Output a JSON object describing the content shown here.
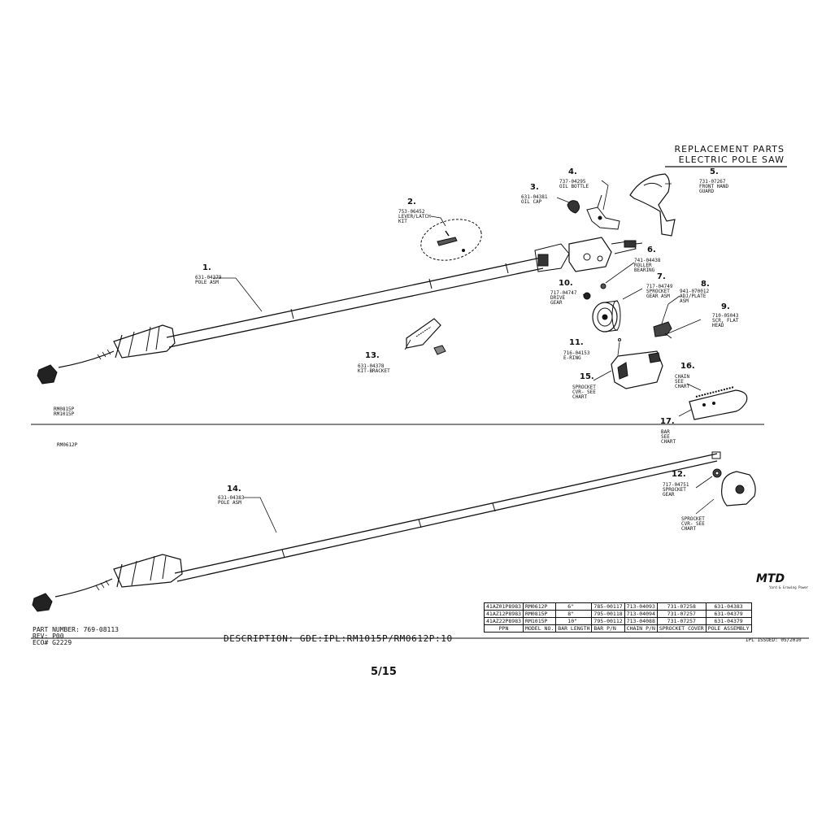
{
  "title_lines": [
    "REPLACEMENT PARTS",
    "ELECTRIC POLE SAW"
  ],
  "models_upper": [
    "RM0815P",
    "RM1015P"
  ],
  "model_lower": "RM0612P",
  "callouts": [
    {
      "num": "1.",
      "lines": [
        "631-04379",
        "POLE ASM"
      ]
    },
    {
      "num": "2.",
      "lines": [
        "753-06452",
        "LEVER/LATCH",
        "KIT"
      ]
    },
    {
      "num": "3.",
      "lines": [
        "631-04381",
        "OIL CAP"
      ]
    },
    {
      "num": "4.",
      "lines": [
        "737-04295",
        "OIL BOTTLE"
      ]
    },
    {
      "num": "5.",
      "lines": [
        "731-07267",
        "FRONT HAND",
        "GUARD"
      ]
    },
    {
      "num": "6.",
      "lines": [
        "741-04438",
        "ROLLER",
        "BEARING"
      ]
    },
    {
      "num": "7.",
      "lines": [
        "717-04749",
        "SPROCKET",
        "GEAR ASM"
      ]
    },
    {
      "num": "8.",
      "lines": [
        "941-070012",
        "ADJ/PLATE",
        "ASM"
      ]
    },
    {
      "num": "9.",
      "lines": [
        "710-05043",
        "SCR, FLAT",
        "HEAD"
      ]
    },
    {
      "num": "10.",
      "lines": [
        "717-04747",
        "DRIVE",
        "GEAR"
      ]
    },
    {
      "num": "11.",
      "lines": [
        "716-04153",
        "E-RING"
      ]
    },
    {
      "num": "12.",
      "lines": [
        "717-04751",
        "SPROCKET",
        "GEAR"
      ]
    },
    {
      "num": "13.",
      "lines": [
        "631-04378",
        "KIT-BRACKET"
      ]
    },
    {
      "num": "14.",
      "lines": [
        "631-04383",
        "POLE ASM"
      ]
    },
    {
      "num": "15.",
      "lines": [
        "SPROCKET",
        "CVR- SEE",
        "CHART"
      ]
    },
    {
      "num": "16.",
      "lines": [
        "CHAIN",
        "SEE",
        "CHART"
      ]
    },
    {
      "num": "17.",
      "lines": [
        "BAR",
        "SEE",
        "CHART"
      ]
    }
  ],
  "sprocket_cover_lower": [
    "SPROCKET",
    "CVR- SEE",
    "CHART"
  ],
  "brand": {
    "logo": "MTD",
    "tagline": "Yard & Growing Power"
  },
  "table": {
    "headers": [
      "PPN",
      "MODEL NO.",
      "BAR LENGTH",
      "BAR P/N",
      "CHAIN P/N",
      "SPROCKET COVER",
      "POLE ASSEMBLY"
    ],
    "rows": [
      [
        "41AZ01P8983",
        "RM0612P",
        "6\"",
        "785-00117",
        "713-04093",
        "731-07258",
        "631-04383"
      ],
      [
        "41AZ12P8983",
        "RM0815P",
        "8\"",
        "795-00118",
        "713-04094",
        "731-07257",
        "631-04379"
      ],
      [
        "41AZ22P8983",
        "RM1015P",
        "10\"",
        "795-00112",
        "713-04088",
        "731-07257",
        "631-04379"
      ]
    ]
  },
  "footer": {
    "part_number": "PART NUMBER: 769-08113",
    "rev": "REV: P00",
    "eco": "ECO# G2229",
    "description": "DESCRIPTION: GDE:IPL:RM1015P/RM0612P:10",
    "ipl_issued": "IPL ISSUED: 05/2010",
    "page": "5/15"
  }
}
